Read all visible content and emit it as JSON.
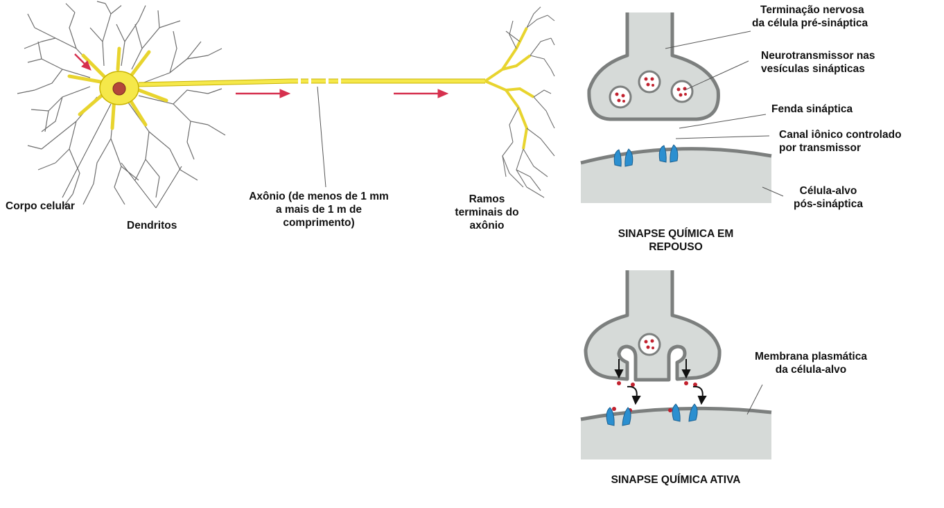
{
  "neuron": {
    "labels": {
      "cell_body": "Corpo celular",
      "dendrites": "Dendritos",
      "axon_line1": "Axônio (de menos de 1 mm",
      "axon_line2": "a mais de 1 m de",
      "axon_line3": "comprimento)",
      "terminal_line1": "Ramos",
      "terminal_line2": "terminais do",
      "terminal_line3": "axônio"
    }
  },
  "synapse_rest": {
    "caption_line1": "SINAPSE QUÍMICA EM",
    "caption_line2": "REPOUSO",
    "labels": {
      "terminal_line1": "Terminação nervosa",
      "terminal_line2": "da célula pré-sináptica",
      "nt_line1": "Neurotransmissor nas",
      "nt_line2": "vesículas sinápticas",
      "cleft": "Fenda sináptica",
      "channel_line1": "Canal iônico controlado",
      "channel_line2": "por transmissor",
      "target_line1": "Célula-alvo",
      "target_line2": "pós-sináptica"
    }
  },
  "synapse_active": {
    "caption": "SINAPSE QUÍMICA ATIVA",
    "labels": {
      "membrane_line1": "Membrana plasmática",
      "membrane_line2": "da célula-alvo"
    }
  },
  "colors": {
    "neuron_fill": "#f5e84a",
    "neuron_outline": "#c9b300",
    "nucleus": "#b3473a",
    "arrow": "#d6304e",
    "cell_gray": "#d6dad8",
    "membrane_gray": "#7c7f7e",
    "channel_blue": "#2b8fd0",
    "vesicle_dot": "#c2212e"
  }
}
